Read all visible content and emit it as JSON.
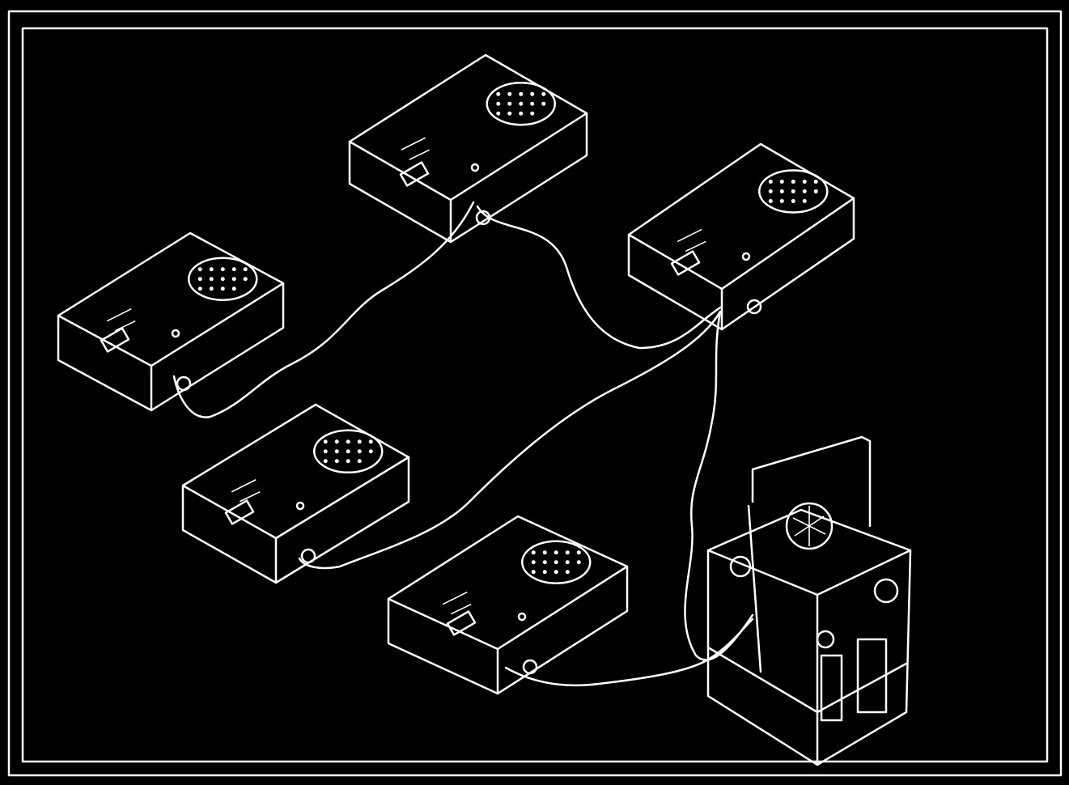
{
  "colors": {
    "background": "#000000",
    "line": "#ffffff"
  },
  "diagram": {
    "devices": [
      "unit-top",
      "unit-right",
      "unit-left",
      "unit-middle",
      "unit-bottom",
      "base-station"
    ],
    "connections": [
      [
        "unit-top",
        "unit-left"
      ],
      [
        "unit-top",
        "unit-right"
      ],
      [
        "unit-right",
        "unit-middle"
      ],
      [
        "unit-right",
        "base-station"
      ],
      [
        "unit-bottom",
        "base-station"
      ]
    ]
  }
}
